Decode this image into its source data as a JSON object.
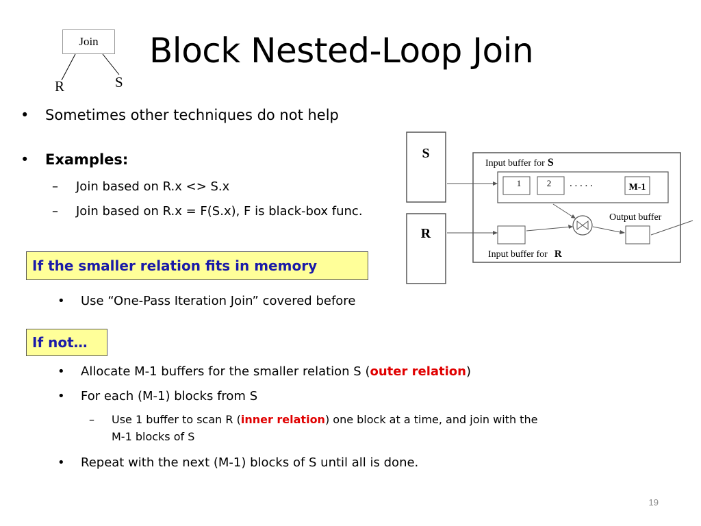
{
  "title": "Block Nested-Loop Join",
  "join_tree": {
    "root": "Join",
    "left": "R",
    "right": "S"
  },
  "bullets": {
    "b1": "Sometimes other techniques do not help",
    "b2": "Examples:",
    "ex1": "Join based on R.x <> S.x",
    "ex2": "Join based on R.x = F(S.x), F is black-box func."
  },
  "box1": {
    "label": "If the smaller relation fits in memory",
    "item1": "Use “One-Pass Iteration Join” covered before"
  },
  "box2": {
    "label": "If not…",
    "item1_pre": "Allocate M-1 buffers for the smaller relation S (",
    "item1_red": "outer relation",
    "item1_post": ")",
    "item2": "For each (M-1) blocks from S",
    "sub_pre": "Use 1 buffer to scan R (",
    "sub_red": "inner relation",
    "sub_post1": ") one block at a time, and join with the",
    "sub_post2": "M-1 blocks of S",
    "item3": "Repeat with the next (M-1) blocks of S until all is done."
  },
  "diagram": {
    "s_label": "S",
    "r_label": "R",
    "input_s_text": "Input buffer for",
    "input_s_rel": "S",
    "buf1": "1",
    "buf2": "2",
    "dots": ". . . . .",
    "bufm": "M-1",
    "output_label": "Output  buffer",
    "input_r_text": "Input buffer for",
    "input_r_rel": "R"
  },
  "page_number": "19"
}
